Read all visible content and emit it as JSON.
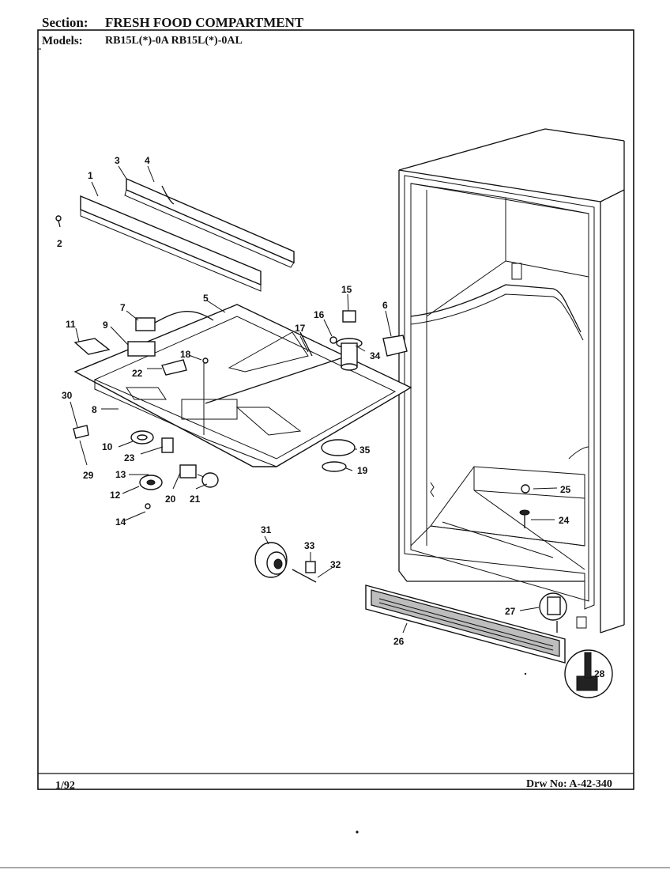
{
  "header": {
    "section_label": "Section:",
    "section_value": "FRESH FOOD COMPARTMENT",
    "models_label": "Models:",
    "models_value": "RB15L(*)-0A  RB15L(*)-0AL"
  },
  "footer": {
    "date": "1/92",
    "drawing_number": "Drw No: A-42-340"
  },
  "callouts": [
    "1",
    "2",
    "3",
    "4",
    "5",
    "6",
    "7",
    "8",
    "9",
    "11",
    "12",
    "13",
    "14",
    "15",
    "16",
    "17",
    "18",
    "19",
    "20",
    "21",
    "22",
    "23",
    "24",
    "25",
    "26",
    "27",
    "28",
    "29",
    "30",
    "31",
    "32",
    "33",
    "34",
    "35",
    "10"
  ]
}
